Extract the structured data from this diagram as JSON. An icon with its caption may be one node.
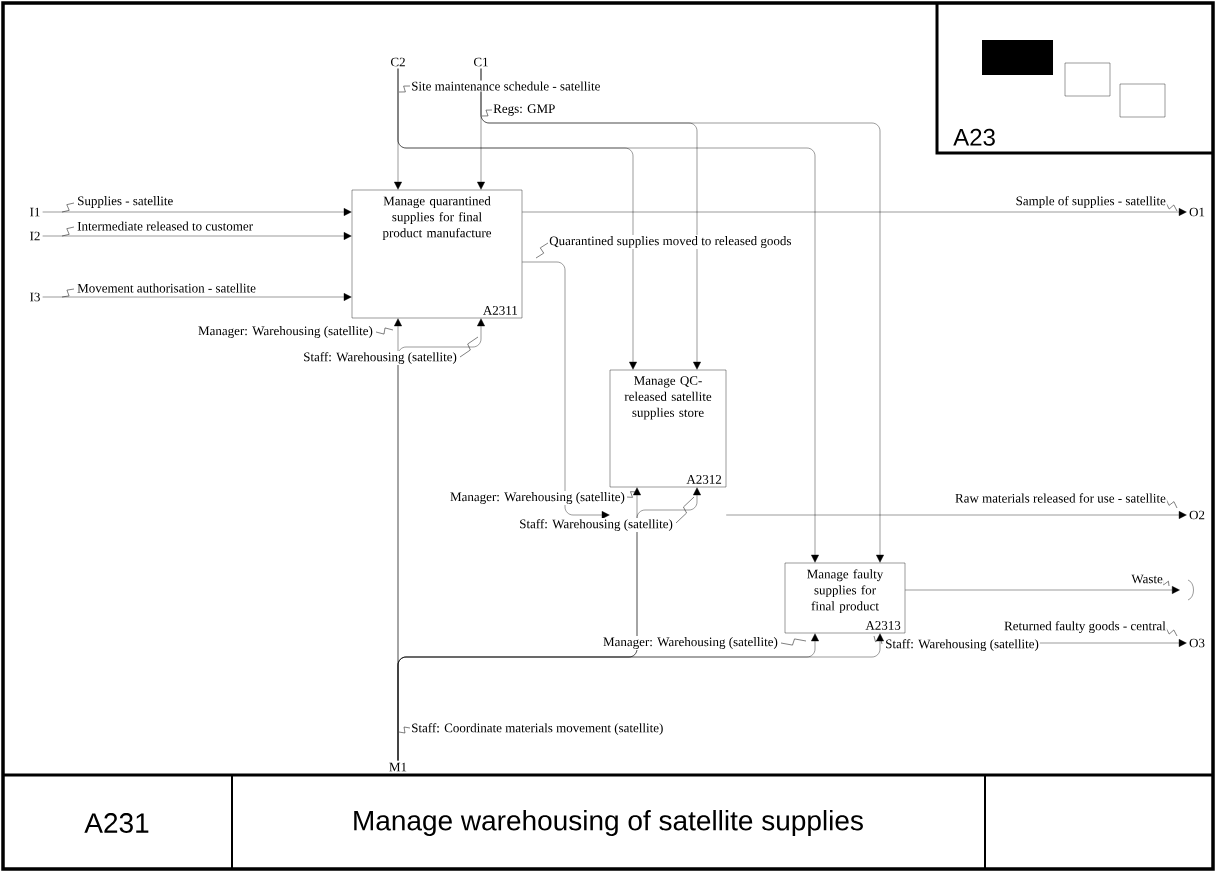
{
  "diagram": {
    "title": "Manage warehousing of satellite supplies",
    "nodes": [
      {
        "text": [
          "Manage quarantined supplies for final product manufacture",
          "A2311"
        ]
      },
      {
        "text": [
          "Manage QC-released satellite supplies store",
          "A2312"
        ]
      },
      {
        "text": [
          "Manage faulty supplies for final product",
          "A2313"
        ]
      },
      {
        "text": [
          "I1"
        ]
      },
      {
        "text": [
          "I2"
        ]
      },
      {
        "text": [
          "I3"
        ]
      },
      {
        "text": [
          "C2"
        ]
      },
      {
        "text": [
          "C1"
        ]
      },
      {
        "text": [
          "M1"
        ]
      },
      {
        "text": [
          "O1"
        ]
      },
      {
        "text": [
          "O2"
        ]
      },
      {
        "text": [
          "O3"
        ]
      }
    ],
    "edges": [
      {
        "from": 3,
        "to": 0,
        "arrow": "to",
        "label": "Supplies - satellite"
      },
      {
        "from": 4,
        "to": 0,
        "arrow": "to",
        "label": "Intermediate released to customer"
      },
      {
        "from": 5,
        "to": 0,
        "arrow": "to",
        "label": "Movement authorisation - satellite"
      },
      {
        "from": 6,
        "to": 0,
        "arrow": "to",
        "label": "Site maintenance schedule - satellite"
      },
      {
        "from": 6,
        "to": 1,
        "arrow": "to"
      },
      {
        "from": 6,
        "to": 2,
        "arrow": "to"
      },
      {
        "from": 7,
        "to": 0,
        "arrow": "to",
        "label": "Regs: GMP"
      },
      {
        "from": 7,
        "to": 1,
        "arrow": "to"
      },
      {
        "from": 7,
        "to": 2,
        "arrow": "to"
      },
      {
        "from": 0,
        "to": 9,
        "arrow": "to",
        "label": "Sample of supplies - satellite"
      },
      {
        "from": 0,
        "to": 1,
        "arrow": "to",
        "label": "Quarantined supplies moved to released goods"
      },
      {
        "from": 1,
        "to": 10,
        "arrow": "to",
        "label": "Raw materials released for use - satellite"
      },
      {
        "from": 2,
        "to": null,
        "arrow": "to",
        "label": "Waste"
      },
      {
        "from": 2,
        "to": 11,
        "arrow": "to",
        "label": "Returned faulty goods - central"
      },
      {
        "from": 8,
        "to": 0,
        "arrow": "to",
        "label": "Staff: Coordinate materials movement (satellite)"
      },
      {
        "from": 8,
        "to": 0,
        "arrow": "to",
        "label": "Staff: Warehousing (satellite)"
      },
      {
        "from": 8,
        "to": 1,
        "arrow": "to",
        "label": "Manager: Warehousing (satellite)"
      },
      {
        "from": 8,
        "to": 1,
        "arrow": "to",
        "label": "Staff: Warehousing (satellite)"
      },
      {
        "from": 8,
        "to": 2,
        "arrow": "to",
        "label": "Manager: Warehousing (satellite)"
      },
      {
        "from": 8,
        "to": 2,
        "arrow": "to",
        "label": "Staff: Warehousing (satellite)"
      }
    ],
    "labels": [
      "Manager: Warehousing (satellite)",
      "A23",
      "A231"
    ]
  }
}
